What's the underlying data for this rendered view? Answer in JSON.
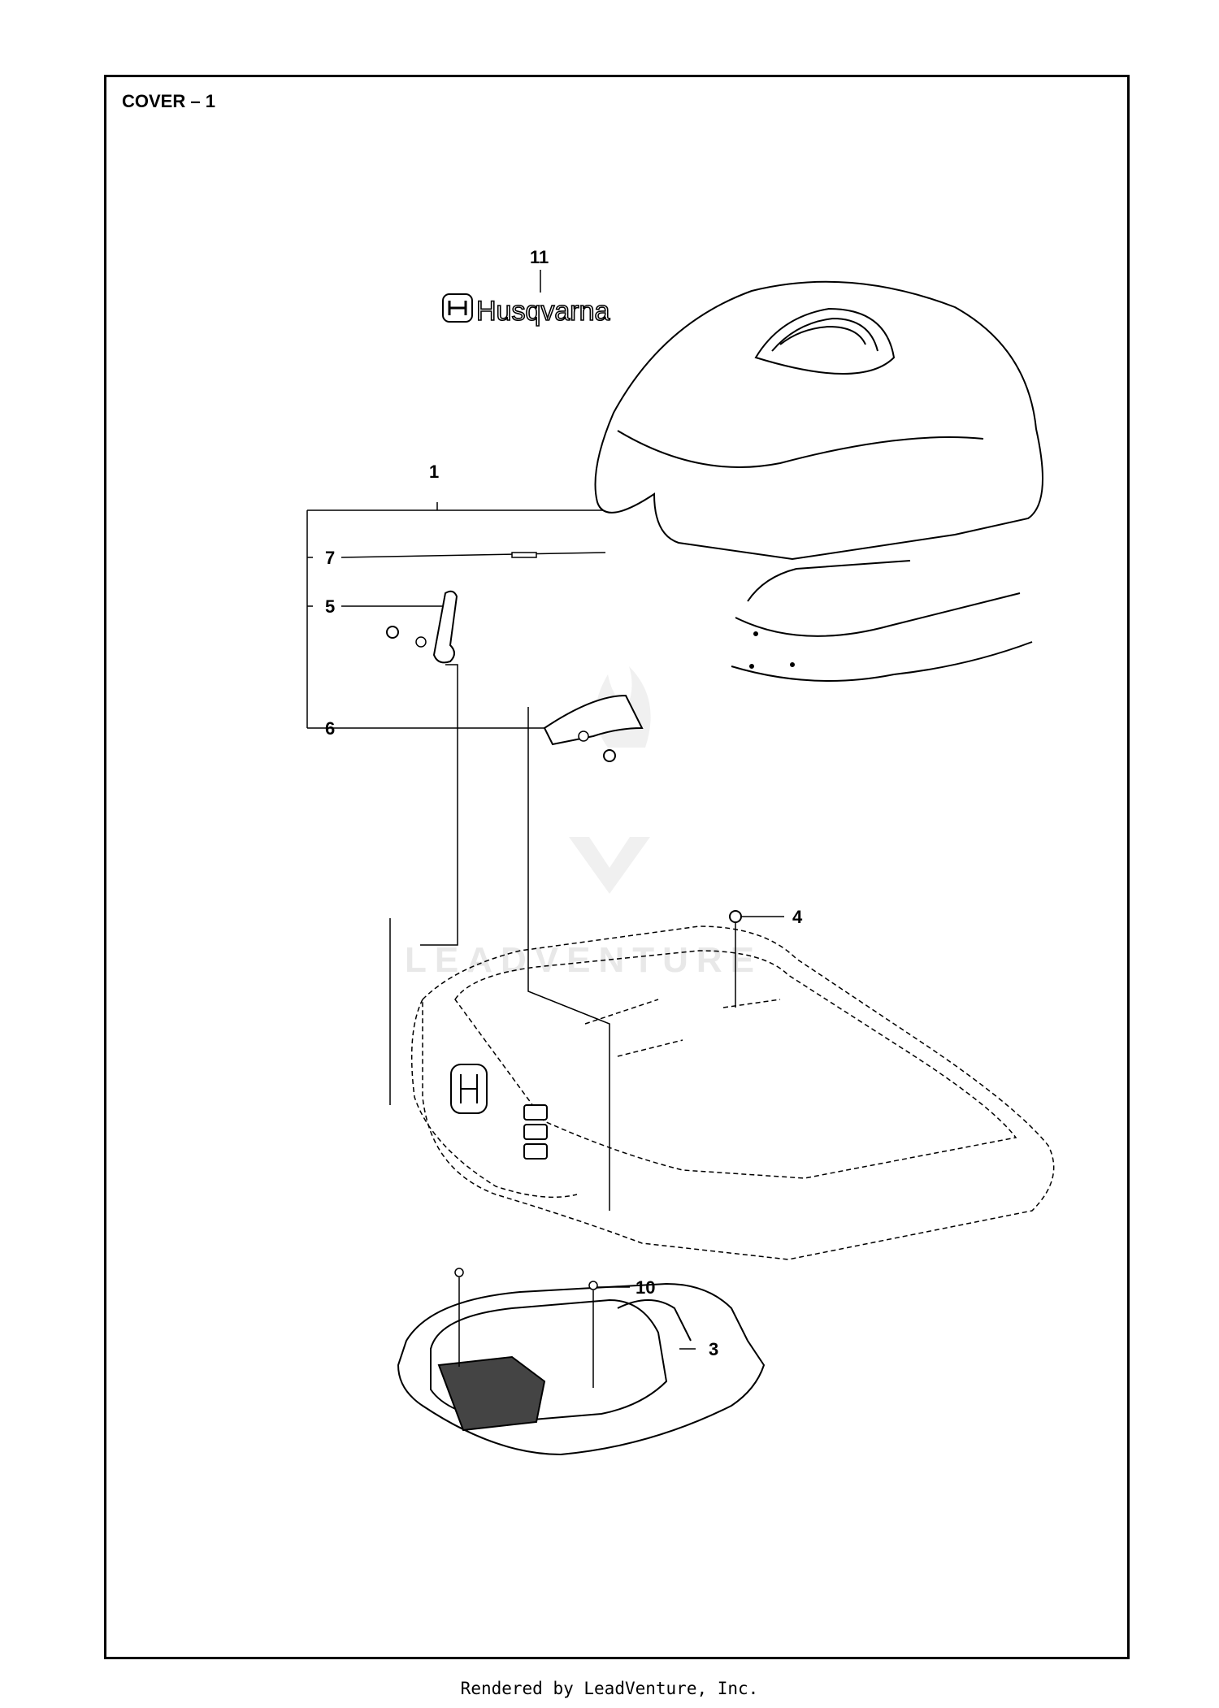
{
  "header": {
    "title": "COVER – 1"
  },
  "callouts": {
    "c1": "1",
    "c3": "3",
    "c4": "4",
    "c5": "5",
    "c6": "6",
    "c7": "7",
    "c10": "10",
    "c11": "11"
  },
  "decal": {
    "brand": "Husqvarna"
  },
  "watermark": {
    "text": "LEADVENTURE"
  },
  "footer": {
    "text": "Rendered by LeadVenture, Inc."
  }
}
